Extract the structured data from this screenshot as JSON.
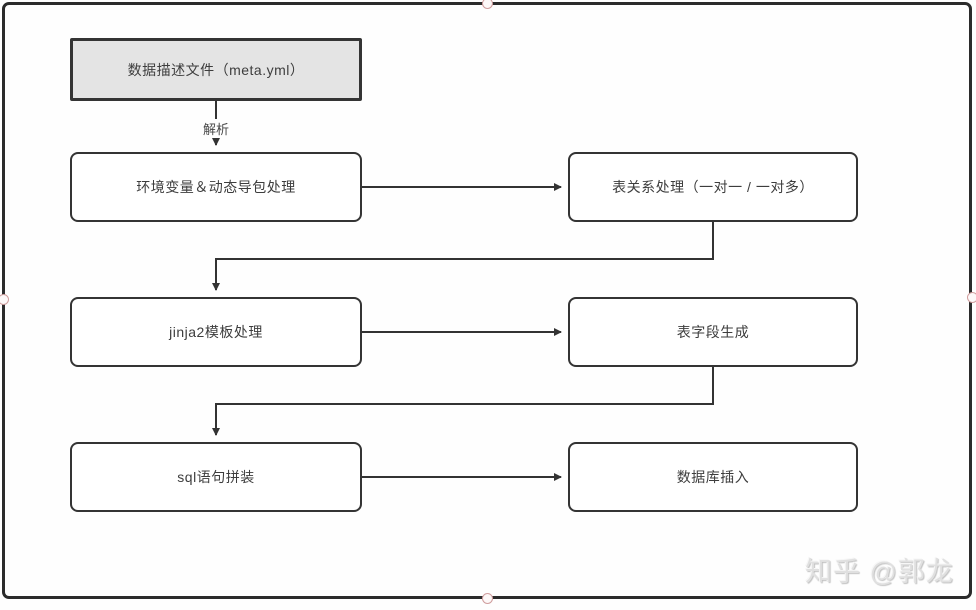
{
  "diagram": {
    "nodes": [
      {
        "id": "meta",
        "label": "数据描述文件（meta.yml）",
        "type": "start"
      },
      {
        "id": "env",
        "label": "环境变量＆动态导包处理",
        "type": "process"
      },
      {
        "id": "relation",
        "label": "表关系处理（一对一 / 一对多）",
        "type": "process"
      },
      {
        "id": "jinja",
        "label": "jinja2模板处理",
        "type": "process"
      },
      {
        "id": "fields",
        "label": "表字段生成",
        "type": "process"
      },
      {
        "id": "sql",
        "label": "sql语句拼装",
        "type": "process"
      },
      {
        "id": "insert",
        "label": "数据库插入",
        "type": "process"
      }
    ],
    "edges": [
      {
        "from": "meta",
        "to": "env",
        "label": "解析"
      },
      {
        "from": "env",
        "to": "relation",
        "label": ""
      },
      {
        "from": "relation",
        "to": "jinja",
        "label": ""
      },
      {
        "from": "jinja",
        "to": "fields",
        "label": ""
      },
      {
        "from": "fields",
        "to": "sql",
        "label": ""
      },
      {
        "from": "sql",
        "to": "insert",
        "label": ""
      }
    ]
  },
  "watermark": {
    "text": "知乎 @郭龙"
  },
  "colors": {
    "line": "#333333",
    "node_border": "#343434",
    "start_fill": "#e4e4e4",
    "selection_border": "#2b2b2b",
    "handle_stroke": "#cf9d9d",
    "watermark": "#e0e0e0"
  }
}
